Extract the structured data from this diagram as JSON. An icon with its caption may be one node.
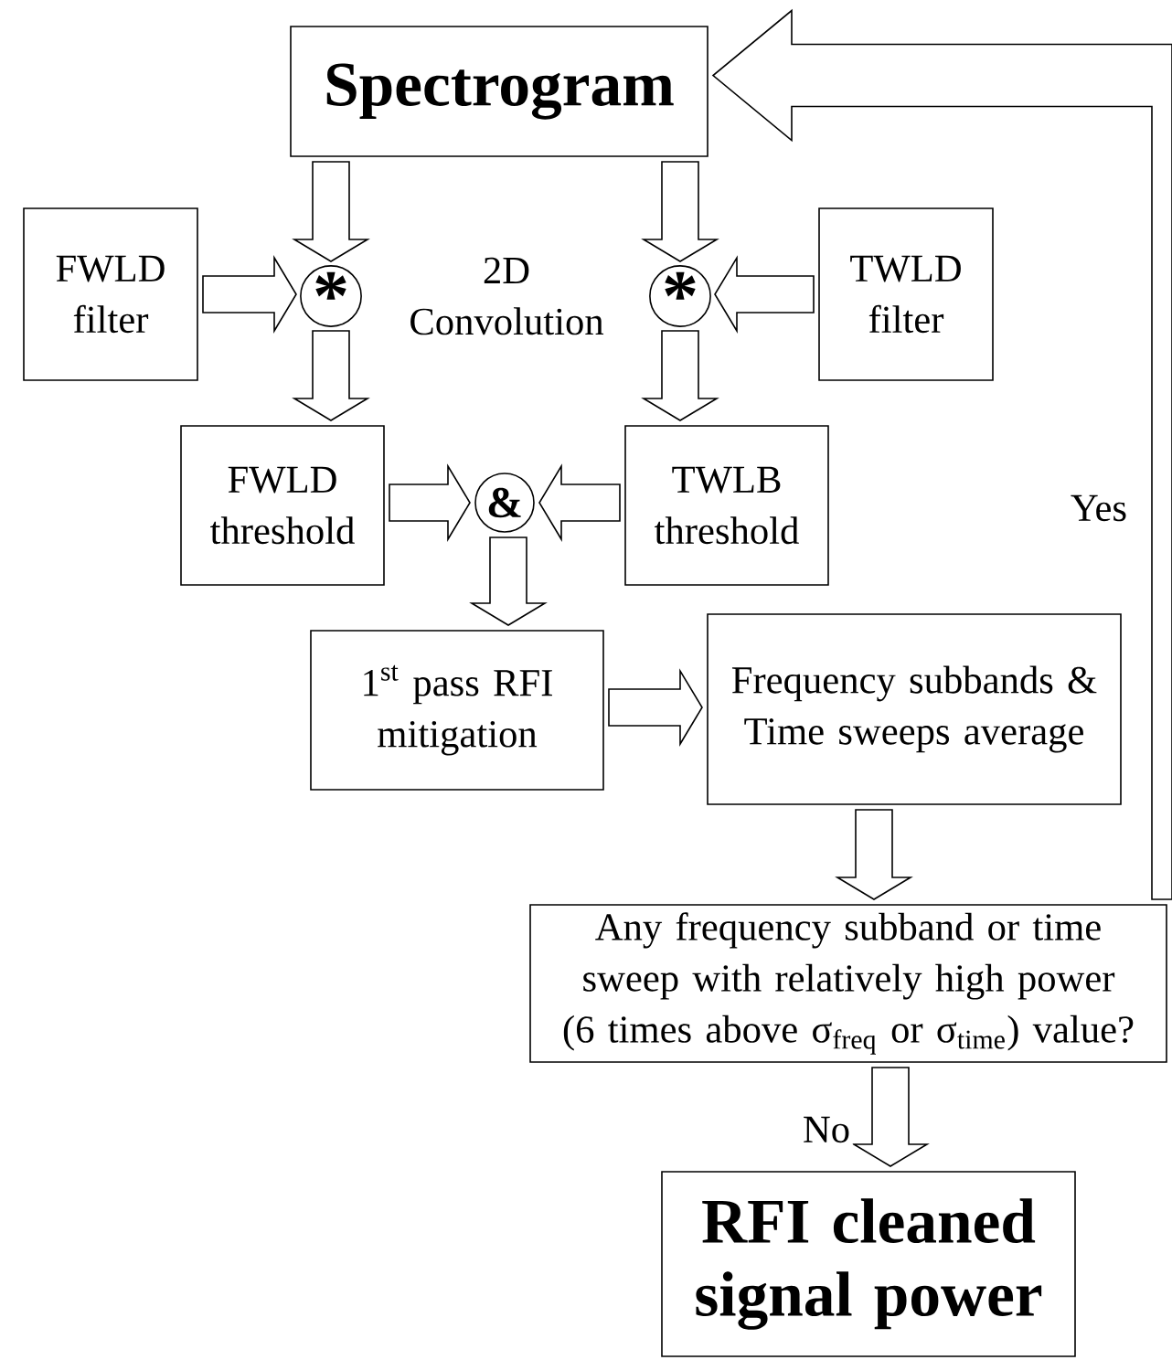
{
  "diagram": {
    "nodes": [
      {
        "text": [
          "Spectrogram"
        ]
      },
      {
        "text": [
          "FWLD filter"
        ]
      },
      {
        "text": [
          "*"
        ]
      },
      {
        "text": [
          "*"
        ]
      },
      {
        "text": [
          "TWLD filter"
        ]
      },
      {
        "text": [
          "FWLD threshold"
        ]
      },
      {
        "text": [
          "&"
        ]
      },
      {
        "text": [
          "TWLB threshold"
        ]
      },
      {
        "text": [
          "1$^{st}$ pass RFI mitigation"
        ]
      },
      {
        "text": [
          "Frequency subbands & Time sweeps average"
        ]
      },
      {
        "text": [
          "Any frequency subband or time sweep with relatively high power (6 times above σ$_{freq}$ or σ$_{time}$) value?"
        ]
      },
      {
        "text": [
          "RFI cleaned signal power"
        ]
      }
    ],
    "edges": [
      {
        "from": 0,
        "to": 2,
        "arrow": "to"
      },
      {
        "from": 1,
        "to": 2,
        "arrow": "to"
      },
      {
        "from": 2,
        "to": 5,
        "arrow": "to"
      },
      {
        "from": 0,
        "to": 3,
        "arrow": "to"
      },
      {
        "from": 4,
        "to": 3,
        "arrow": "to"
      },
      {
        "from": 3,
        "to": 7,
        "arrow": "to"
      },
      {
        "from": 5,
        "to": 6,
        "arrow": "to"
      },
      {
        "from": 7,
        "to": 6,
        "arrow": "to"
      },
      {
        "from": 6,
        "to": 8,
        "arrow": "to"
      },
      {
        "from": 8,
        "to": 9,
        "arrow": "to"
      },
      {
        "from": 9,
        "to": 10,
        "arrow": "to"
      },
      {
        "from": 10,
        "to": 11,
        "arrow": "to",
        "label": "No"
      },
      {
        "from": 10,
        "to": 0,
        "arrow": "to",
        "label": "Yes"
      }
    ],
    "labels": [
      "2D Convolution"
    ]
  }
}
